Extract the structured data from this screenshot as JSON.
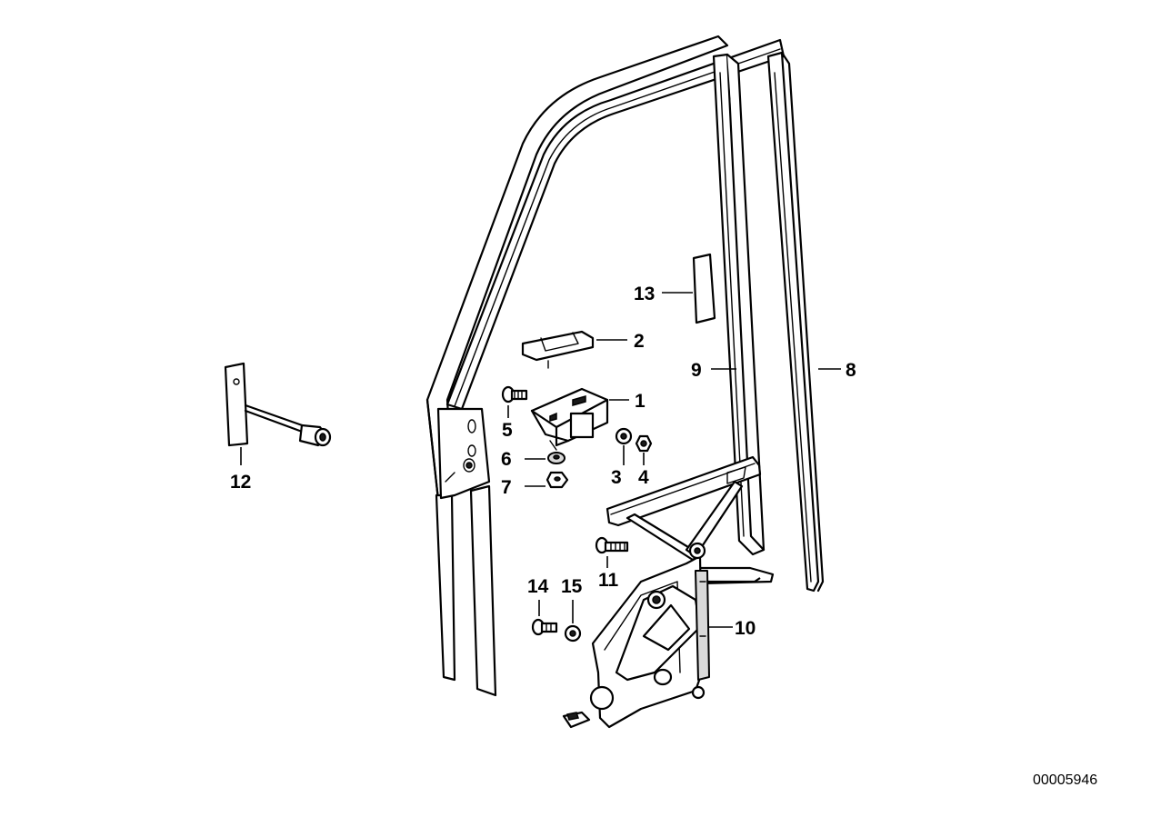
{
  "diagram": {
    "id_number": "00005946",
    "parts": [
      {
        "number": "1"
      },
      {
        "number": "2"
      },
      {
        "number": "3"
      },
      {
        "number": "4"
      },
      {
        "number": "5"
      },
      {
        "number": "6"
      },
      {
        "number": "7"
      },
      {
        "number": "8"
      },
      {
        "number": "9"
      },
      {
        "number": "10"
      },
      {
        "number": "11"
      },
      {
        "number": "12"
      },
      {
        "number": "13"
      },
      {
        "number": "14"
      },
      {
        "number": "15"
      }
    ]
  }
}
